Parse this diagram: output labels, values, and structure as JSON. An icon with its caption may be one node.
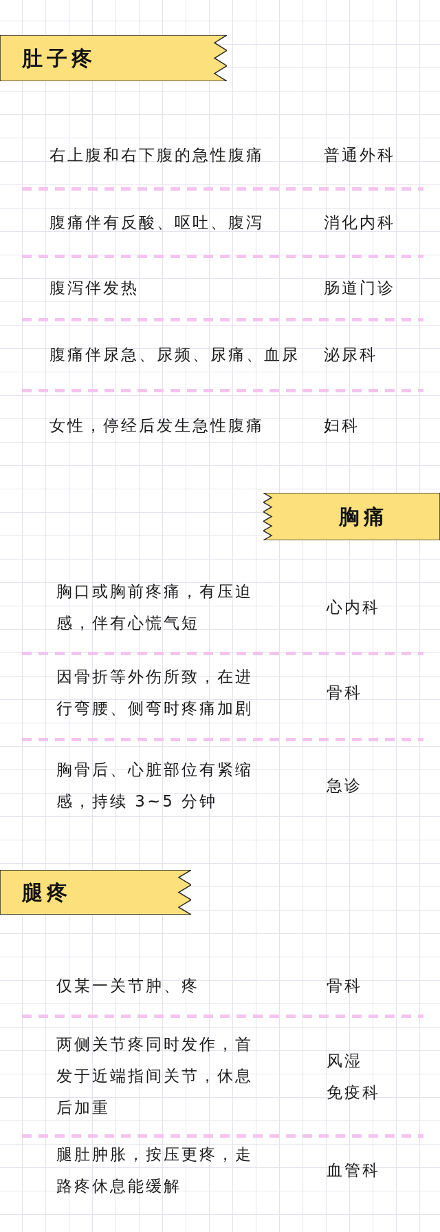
{
  "diagram": {
    "nodes": [
      {
        "text": [
          "肚子疼"
        ]
      },
      {
        "text": [
          "胸痛"
        ]
      },
      {
        "text": [
          "腿疼"
        ]
      }
    ],
    "labels": [
      "右上腹和右下腹的急性腹痛",
      "普通外科",
      "腹痛伴有反酸、呕吐、腹泻",
      "消化内科",
      "腹泻伴发热",
      "肠道门诊",
      "腹痛伴尿急、尿频、尿痛、血尿",
      "泌尿科",
      "女性，停经后发生急性腹痛",
      "妇科",
      "胸口或胸前疼痛，有压迫感，伴有心慌气短",
      "心内科",
      "因骨折等外伤所致，在进行弯腰、侧弯时疼痛加剧",
      "骨科",
      "胸骨后、心脏部位有紧缩感，持续 3~5 分钟",
      "急诊",
      "仅某一关节肿、疼",
      "骨科",
      "两侧关节疼同时发作，首发于近端指间关节，休息后加重",
      "风湿",
      "免疫科",
      "腿肚肿胀，按压更疼，走路疼休息能缓解",
      "血管科"
    ]
  }
}
